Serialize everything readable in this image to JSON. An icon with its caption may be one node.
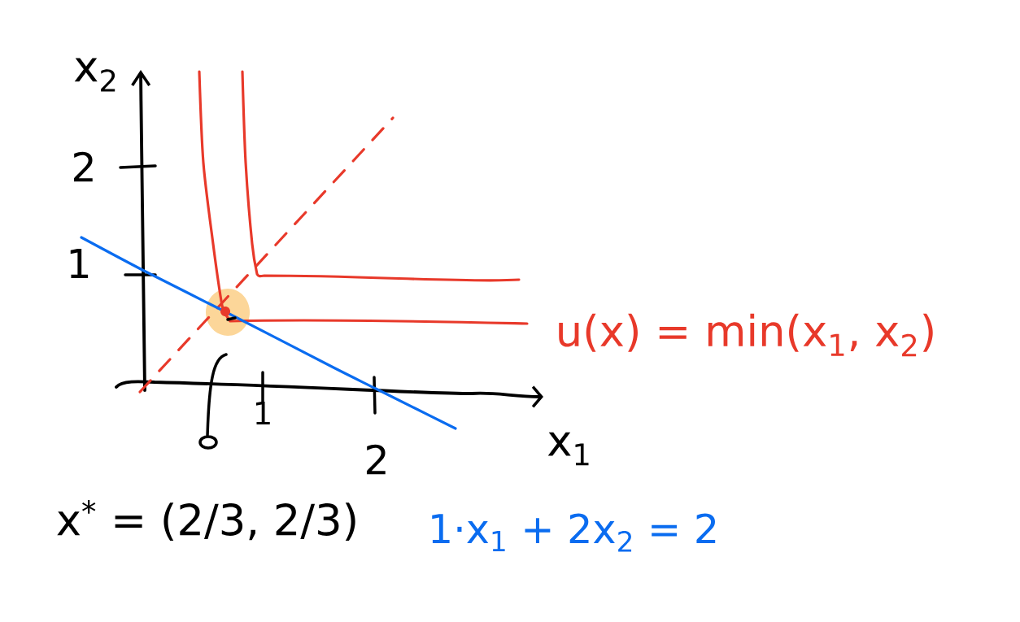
{
  "diagram": {
    "labels": [
      "x$_{2}$",
      "2",
      "1",
      "u(x) = min(x$_{1}$, x$_{2}$)",
      "1",
      "x$_{1}$",
      "2",
      "x$^{*}$ = (2/3, 2/3)",
      "1·x$_{1}$ + 2x$_{2}$ = 2"
    ]
  }
}
